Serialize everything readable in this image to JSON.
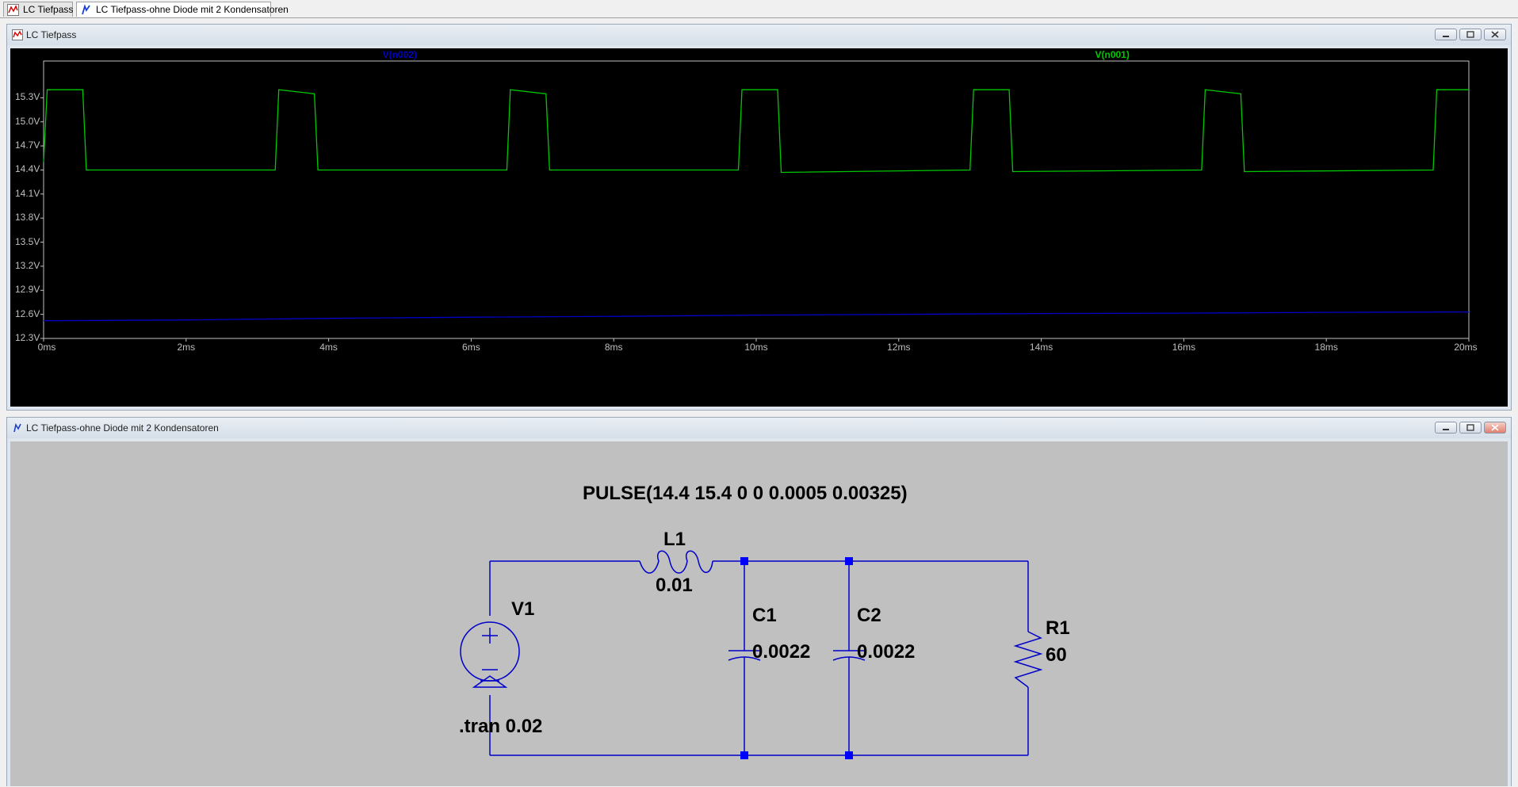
{
  "tabs": [
    {
      "label": "LC Tiefpass",
      "icon": "waveform-icon",
      "active": false
    },
    {
      "label": "LC Tiefpass-ohne Diode mit 2 Kondensatoren",
      "icon": "schematic-icon",
      "active": true
    }
  ],
  "waveform_window": {
    "title": "LC Tiefpass",
    "traces": [
      {
        "name": "V(n002)",
        "color": "#0000c8"
      },
      {
        "name": "V(n001)",
        "color": "#00c800"
      }
    ]
  },
  "schematic_window": {
    "title": "LC Tiefpass-ohne Diode mit 2 Kondensatoren",
    "source_spec": "PULSE(14.4 15.4 0 0 0.0005 0.00325)",
    "components": {
      "L1": {
        "name": "L1",
        "value": "0.01"
      },
      "V1": {
        "name": "V1"
      },
      "C1": {
        "name": "C1",
        "value": "0.0022"
      },
      "C2": {
        "name": "C2",
        "value": "0.0022"
      },
      "R1": {
        "name": "R1",
        "value": "60"
      }
    },
    "directive": ".tran 0.02",
    "wire_color": "#0000c8"
  },
  "chart_data": {
    "type": "line",
    "title": "",
    "xlabel": "",
    "ylabel": "",
    "xlim": [
      0,
      20
    ],
    "ylim": [
      12.3,
      15.6
    ],
    "x_ticks": [
      "0ms",
      "2ms",
      "4ms",
      "6ms",
      "8ms",
      "10ms",
      "12ms",
      "14ms",
      "16ms",
      "18ms",
      "20ms"
    ],
    "y_ticks": [
      "15.3V",
      "15.0V",
      "14.7V",
      "14.4V",
      "14.1V",
      "13.8V",
      "13.5V",
      "13.2V",
      "12.9V",
      "12.6V",
      "12.3V"
    ],
    "grid": false,
    "series": [
      {
        "name": "V(n001)",
        "color": "#00c800",
        "x": [
          0,
          0.05,
          0.55,
          0.6,
          3.25,
          3.3,
          3.8,
          3.85,
          6.5,
          6.55,
          7.05,
          7.1,
          9.75,
          9.8,
          10.3,
          10.35,
          13.0,
          13.05,
          13.55,
          13.6,
          16.25,
          16.3,
          16.8,
          16.85,
          19.5,
          19.55,
          20.0
        ],
        "y": [
          14.5,
          15.4,
          15.4,
          14.4,
          14.4,
          15.4,
          15.35,
          14.4,
          14.4,
          15.4,
          15.35,
          14.4,
          14.4,
          15.4,
          15.4,
          14.37,
          14.4,
          15.4,
          15.4,
          14.38,
          14.4,
          15.4,
          15.35,
          14.38,
          14.4,
          15.4,
          15.4
        ]
      },
      {
        "name": "V(n002)",
        "color": "#0000c8",
        "x": [
          0,
          2,
          4,
          6,
          8,
          10,
          12,
          14,
          16,
          18,
          20
        ],
        "y": [
          12.52,
          12.53,
          12.55,
          12.565,
          12.575,
          12.59,
          12.6,
          12.61,
          12.615,
          12.625,
          12.63
        ]
      }
    ]
  }
}
